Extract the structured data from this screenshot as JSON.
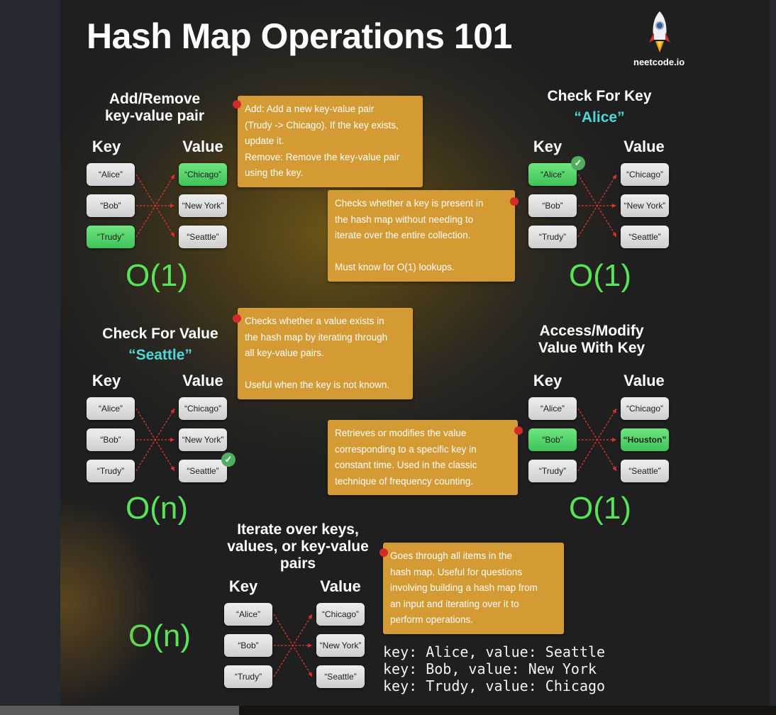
{
  "title": "Hash Map Operations 101",
  "brand": {
    "name": "neetcode.io",
    "icon": "rocket-icon"
  },
  "colors": {
    "note": "#d49a33",
    "highlight": "#4fc95f",
    "complexity": "#58e458",
    "subtitle": "#4fd6d6"
  },
  "diagrams": [
    {
      "title": [
        "Add/Remove",
        "key-value pair"
      ],
      "subtitle": "",
      "key_header": "Key",
      "value_header": "Value",
      "keys": [
        "“Alice”",
        "“Bob”",
        "“Trudy”"
      ],
      "values": [
        "“Chicago”",
        "“New York”",
        "“Seattle”"
      ],
      "complexity": "O(1)"
    },
    {
      "title": [
        "Check For Key"
      ],
      "subtitle": "“Alice”",
      "key_header": "Key",
      "value_header": "Value",
      "keys": [
        "“Alice”",
        "“Bob”",
        "“Trudy”"
      ],
      "values": [
        "“Chicago”",
        "“New York”",
        "“Seattle”"
      ],
      "complexity": "O(1)"
    },
    {
      "title": [
        "Check For Value"
      ],
      "subtitle": "“Seattle”",
      "key_header": "Key",
      "value_header": "Value",
      "keys": [
        "“Alice”",
        "“Bob”",
        "“Trudy”"
      ],
      "values": [
        "“Chicago”",
        "“New York”",
        "“Seattle”"
      ],
      "complexity": "O(n)"
    },
    {
      "title": [
        "Access/Modify",
        "Value With Key"
      ],
      "subtitle": "",
      "key_header": "Key",
      "value_header": "Value",
      "keys": [
        "“Alice”",
        "“Bob”",
        "“Trudy”"
      ],
      "values": [
        "“Chicago”",
        "“Houston”",
        "“Seattle”"
      ],
      "complexity": "O(1)"
    },
    {
      "title": [
        "Iterate over keys,",
        "values, or key-value",
        "pairs"
      ],
      "subtitle": "",
      "key_header": "Key",
      "value_header": "Value",
      "keys": [
        "“Alice”",
        "“Bob”",
        "“Trudy”"
      ],
      "values": [
        "“Chicago”",
        "“New York”",
        "“Seattle”"
      ],
      "complexity": "O(n)"
    }
  ],
  "notes": [
    "Add: Add a new key-value pair\n(Trudy -> Chicago). If the key exists,\nupdate it.\nRemove: Remove the key-value pair\nusing the key.",
    "Checks whether a key is present in\nthe hash map without needing to\niterate over the entire collection.\n\nMust know for O(1) lookups.",
    "Checks whether a value exists in\nthe hash map by iterating through\nall key-value pairs.\n\nUseful when the key is not known.",
    "Retrieves or modifies the value\ncorresponding to a specific key in\nconstant time. Used in the classic\ntechnique of frequency counting.",
    "Goes through all items in the\nhash map. Useful for questions\ninvolving building a hash map from\nan input and iterating over it to\nperform operations."
  ],
  "code_output": [
    "key: Alice, value: Seattle",
    "key: Bob, value: New York",
    "key: Trudy, value: Chicago"
  ]
}
